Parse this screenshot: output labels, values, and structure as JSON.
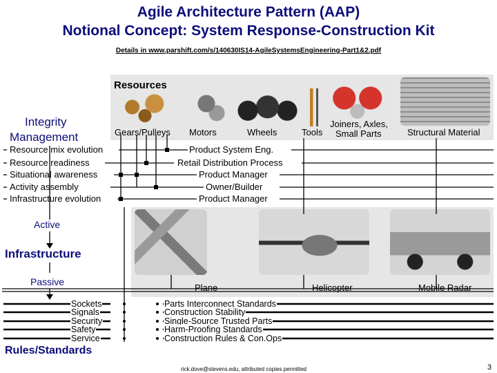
{
  "header": {
    "title_line1": "Agile Architecture Pattern (AAP)",
    "title_line2": "Notional Concept: System Response-Construction Kit",
    "details": "Details in www.parshift.com/s/140630IS14-AgileSystemsEngineering-Part1&2.pdf"
  },
  "resources": {
    "heading": "Resources",
    "types": [
      "Gears/Pulleys",
      "Motors",
      "Wheels",
      "Tools",
      "Joiners, Axles,",
      "Small Parts",
      "Structural Material"
    ]
  },
  "integrity": {
    "heading_line1": "Integrity",
    "heading_line2": "Management",
    "activities": [
      "Resource mix evolution",
      "Resource readiness",
      "Situational awareness",
      "Activity assembly",
      "Infrastructure evolution"
    ],
    "roles": [
      "Product System Eng.",
      "Retail Distribution Process",
      "Product Manager",
      "Owner/Builder",
      "Product Manager"
    ]
  },
  "infrastructure": {
    "active": "Active",
    "heading": "Infrastructure",
    "passive": "Passive"
  },
  "products": [
    "Plane",
    "Helicopter",
    "Mobile Radar"
  ],
  "rules": {
    "heading": "Rules/Standards",
    "items": [
      "Sockets",
      "Signals",
      "Security",
      "Safety",
      "Service"
    ],
    "descriptions": [
      "Parts Interconnect Standards",
      "Construction Stability",
      "Single-Source Trusted Parts",
      "Harm-Proofing Standards",
      "Construction Rules & Con.Ops"
    ]
  },
  "footer": {
    "credit": "rick.dove@stevens.edu, attributed copies permitted",
    "page_number": "3"
  },
  "colors": {
    "title": "#0d0d7a",
    "band": "#e6e6e6"
  }
}
